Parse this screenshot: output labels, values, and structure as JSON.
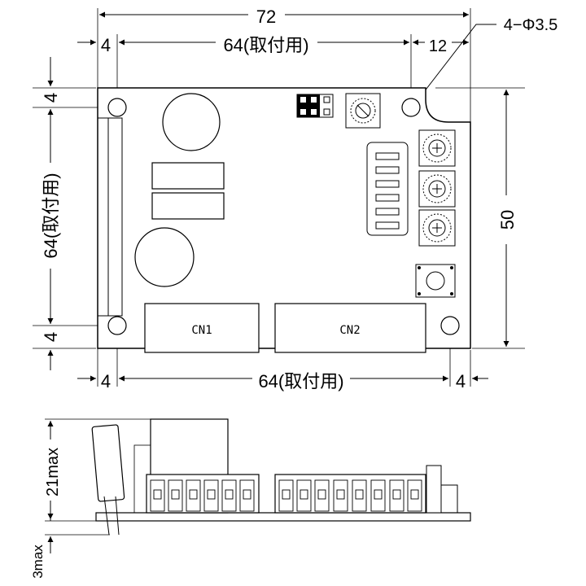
{
  "top_view": {
    "dim_total_width": "72",
    "dim_left_offset": "4",
    "dim_mount_span_top": "64(取付用)",
    "dim_right_offset": "12",
    "hole_callout": "4−Φ3.5",
    "dim_top_offset_left": "4",
    "dim_mount_span_left": "64(取付用)",
    "dim_bottom_offset_left": "4",
    "dim_height_right": "50",
    "dim_bottom_left": "4",
    "dim_mount_span_bottom": "64(取付用)",
    "dim_bottom_right": "4",
    "connector_1": "CN1",
    "connector_2": "CN2"
  },
  "side_view": {
    "dim_height": "21max",
    "dim_bottom": "3max"
  }
}
